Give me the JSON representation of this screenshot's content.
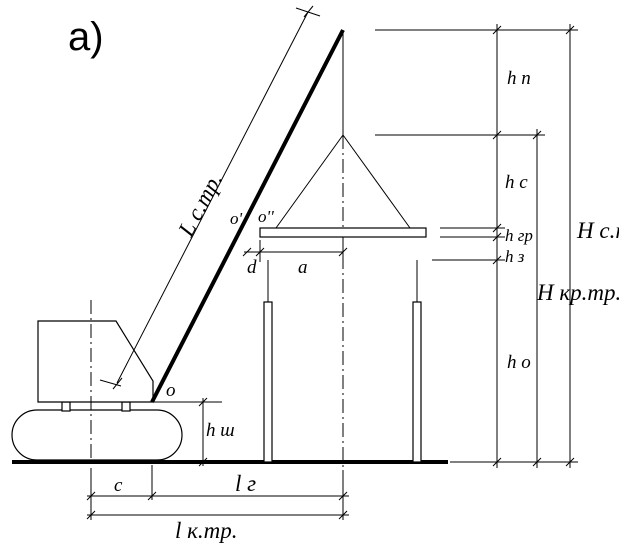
{
  "figure": {
    "panel_label": "а)"
  },
  "labels": {
    "boom_length": "L c.тр.",
    "pulley_height": "h п",
    "sling_height": "h c",
    "cargo_height": "h гр",
    "clearance_height": "h з",
    "support_height": "h o",
    "hinge_height": "h ш",
    "crane_height": "H с.тр.",
    "hook_height": "H кр.тр.",
    "offset_c": "c",
    "reach_lr": "l г",
    "crane_reach": "l к.тр.",
    "offset_d": "d",
    "cargo_half_width": "a",
    "hinge_point": "o",
    "point_o_upper": "o'",
    "point_o_double": "o''"
  }
}
